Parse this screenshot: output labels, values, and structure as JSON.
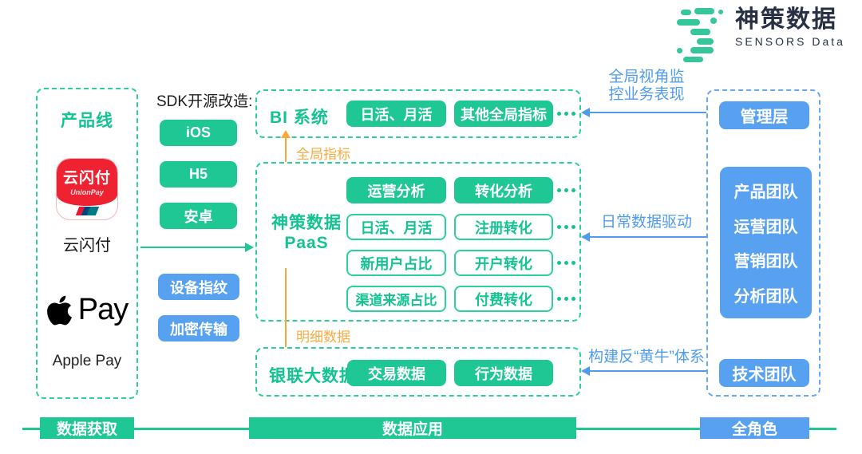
{
  "logo": {
    "brand_cn": "神策数据",
    "brand_en": "SENSORS Data"
  },
  "product_line": {
    "title": "产品线",
    "unionpay_app": {
      "icon_title": "云闪付",
      "icon_subtitle": "UnionPay",
      "label": "云闪付"
    },
    "apple_pay": {
      "pay_text": "Pay",
      "label": "Apple Pay"
    }
  },
  "sdk": {
    "label": "SDK开源改造:",
    "items_green": [
      "iOS",
      "H5",
      "安卓"
    ],
    "items_blue": [
      "设备指纹",
      "加密传输"
    ]
  },
  "bi_box": {
    "title": "BI 系统",
    "buttons": [
      "日活、月活",
      "其他全局指标"
    ]
  },
  "paas_box": {
    "title_line1": "神策数据",
    "title_line2": "PaaS",
    "rows": [
      {
        "items": [
          "运营分析",
          "转化分析"
        ]
      },
      {
        "items": [
          "日活、月活",
          "注册转化"
        ]
      },
      {
        "items": [
          "新用户占比",
          "开户转化"
        ]
      },
      {
        "items": [
          "渠道来源占比",
          "付费转化"
        ]
      }
    ]
  },
  "unionpay_box": {
    "title": "银联大数据",
    "buttons": [
      "交易数据",
      "行为数据"
    ]
  },
  "flows": {
    "up_label": "全局指标",
    "down_label": "明细数据",
    "management_label_line1": "全局视角监",
    "management_label_line2": "控业务表现",
    "teams_label": "日常数据驱动",
    "tech_label": "构建反“黄牛”体系"
  },
  "roles_box": {
    "management": "管理层",
    "teams": [
      "产品团队",
      "运营团队",
      "营销团队",
      "分析团队"
    ],
    "tech": "技术团队"
  },
  "bottom_bars": {
    "left": "数据获取",
    "center": "数据应用",
    "right": "全角色"
  },
  "colors": {
    "green": "#1FC795",
    "blue": "#57A1F0",
    "orange": "#F7A938",
    "arrow_blue": "#4F9BEE",
    "unionpay_red": "#EE2231"
  }
}
